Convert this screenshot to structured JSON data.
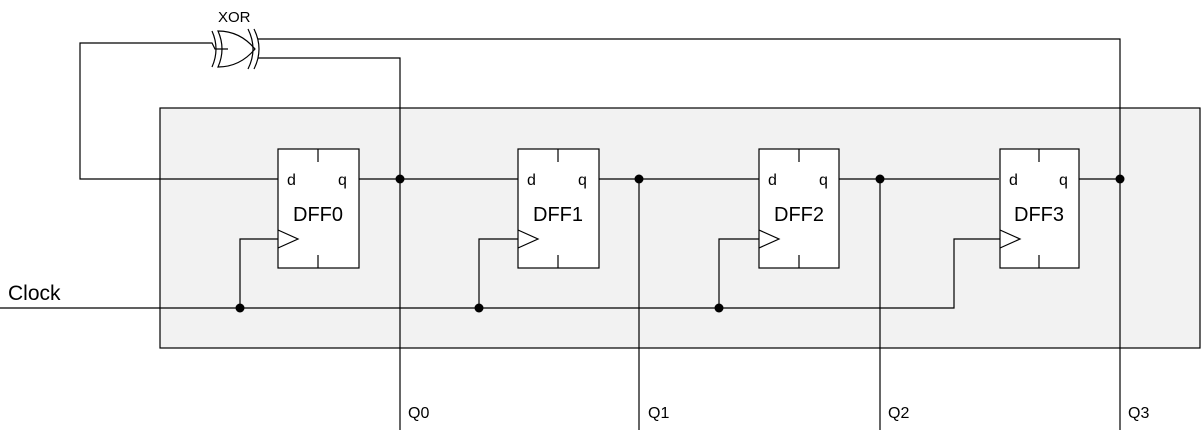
{
  "gate": {
    "label": "XOR"
  },
  "flipflops": [
    {
      "name": "DFF0",
      "d_label": "d",
      "q_label": "q"
    },
    {
      "name": "DFF1",
      "d_label": "d",
      "q_label": "q"
    },
    {
      "name": "DFF2",
      "d_label": "d",
      "q_label": "q"
    },
    {
      "name": "DFF3",
      "d_label": "d",
      "q_label": "q"
    }
  ],
  "clock": {
    "label": "Clock"
  },
  "outputs": [
    "Q0",
    "Q1",
    "Q2",
    "Q3"
  ],
  "colors": {
    "panel": "#f2f2f2",
    "wire": "#000000"
  }
}
